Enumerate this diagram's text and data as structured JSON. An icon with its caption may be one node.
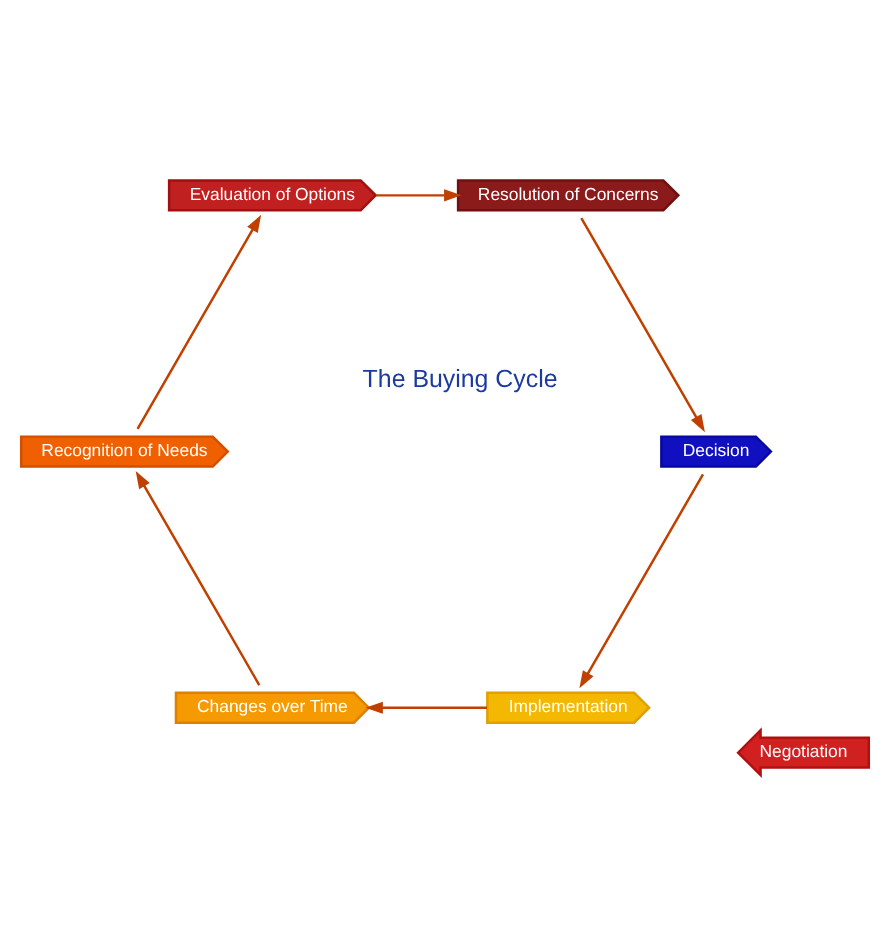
{
  "diagram": {
    "nodes": [
      {
        "text": [
          "The Buying Cycle"
        ]
      },
      {
        "text": [
          "Implementation"
        ]
      },
      {
        "text": [
          "Changes over Time"
        ]
      },
      {
        "text": [
          "Recognition of Needs"
        ]
      },
      {
        "text": [
          "Evaluation of Options"
        ]
      },
      {
        "text": [
          "Resolution of Concerns"
        ]
      },
      {
        "text": [
          "Decision"
        ]
      },
      {
        "text": [
          "Negotiation"
        ]
      }
    ],
    "edges": [
      {
        "from": 6,
        "to": 1,
        "arrow": "to"
      },
      {
        "from": 1,
        "to": 2,
        "arrow": "to"
      },
      {
        "from": 2,
        "to": 3,
        "arrow": "to"
      },
      {
        "from": 3,
        "to": 4,
        "arrow": "to"
      },
      {
        "from": 4,
        "to": 5,
        "arrow": "to"
      },
      {
        "from": 5,
        "to": 6,
        "arrow": "to"
      }
    ]
  }
}
